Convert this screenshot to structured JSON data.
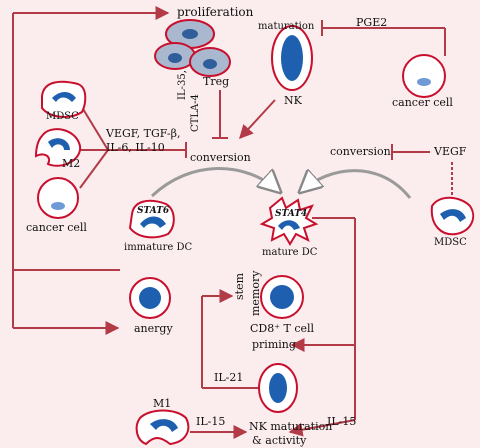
{
  "labels": {
    "proliferation": "proliferation",
    "maturation": "maturation",
    "pge2": "PGE2",
    "treg": "Treg",
    "nk": "NK",
    "cancer_cell_top": "cancer cell",
    "mdsc_left": "MDSC",
    "m2": "M2",
    "factors_line1": "VEGF, TGF-β,",
    "factors_line2": "IL-6, IL-10",
    "il35": "IL-35,",
    "ctla4": "CTLA-4",
    "conversion_left": "conversion",
    "conversion_right": "conversion",
    "vegf": "VEGF",
    "cancer_cell_left": "cancer cell",
    "stat6": "STAT6",
    "stat4": "STAT4",
    "immature_dc": "immature DC",
    "mature_dc": "mature DC",
    "mdsc_right": "MDSC",
    "memory": "memory",
    "stem": "stem",
    "cd8": "CD8⁺ T cell",
    "priming": "priming",
    "anergy": "anergy",
    "il21": "IL-21",
    "m1": "M1",
    "il15_left": "IL-15",
    "il15_right": "IL-15",
    "nk_mat1": "NK maturation",
    "nk_mat2": "& activity"
  },
  "colors": {
    "background": "#fbeded",
    "arrow": "#b33a47",
    "cell_border": "#c8102e",
    "nucleus_dark": "#1e5fb0",
    "nucleus_light": "#5b8fd0",
    "treg_fill": "#a7b7cf",
    "curved_arrow": "#8a8a8a"
  }
}
